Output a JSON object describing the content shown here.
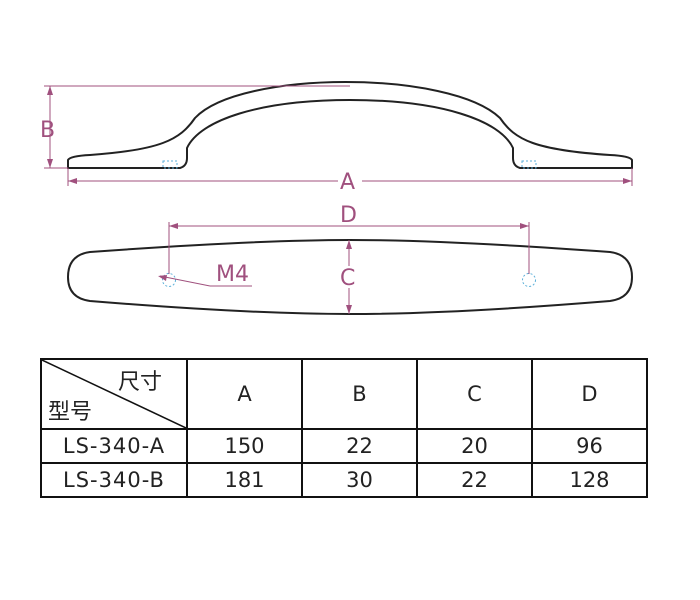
{
  "labels": {
    "A": "A",
    "B": "B",
    "C": "C",
    "D": "D",
    "M4": "M4"
  },
  "colors": {
    "outline": "#222222",
    "dimension": "#a0507e",
    "holes": "#5aaed8"
  },
  "table": {
    "corner_top": "尺寸",
    "corner_bottom": "型号",
    "headers": [
      "A",
      "B",
      "C",
      "D"
    ],
    "rows": [
      {
        "model": "LS-340-A",
        "values": [
          "150",
          "22",
          "20",
          "96"
        ]
      },
      {
        "model": "LS-340-B",
        "values": [
          "181",
          "30",
          "22",
          "128"
        ]
      }
    ]
  }
}
